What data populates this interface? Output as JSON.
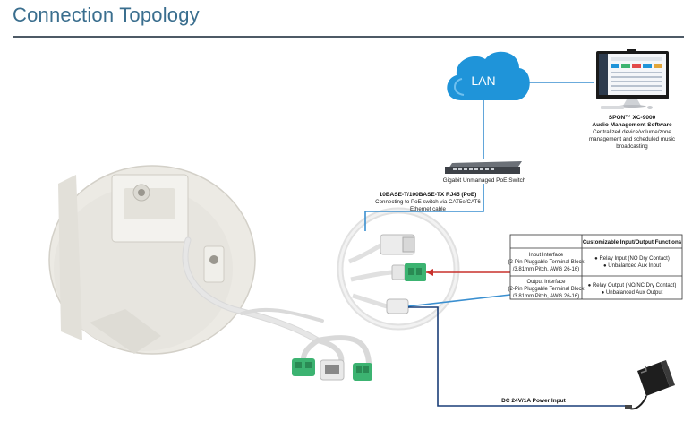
{
  "page": {
    "title": "Connection Topology"
  },
  "cloud": {
    "label": "LAN"
  },
  "switch": {
    "label": "Gigabit Unmanaged PoE Switch"
  },
  "software": {
    "name": "SPON™ XC-9000",
    "subtitle": "Audio Management Software",
    "desc_lines": [
      "Centralized device/volume/zone",
      "management and scheduled music",
      "broadcasting"
    ]
  },
  "ethernet": {
    "title": "10BASE-T/100BASE-TX RJ45 (PoE)",
    "desc_lines": [
      "Connecting to PoE switch via CAT5e/CAT6",
      "Ethernet cable"
    ]
  },
  "io_table": {
    "header": "Customizable Input/Output Functions",
    "rows": [
      {
        "interface_lines": [
          "Input Interface",
          "(2-Pin Pluggable Terminal Block",
          "/3.81mm Pitch, AWG 26-16)"
        ],
        "function_lines": [
          "● Relay Input (NO Dry Contact)",
          "● Unbalanced Aux Input"
        ]
      },
      {
        "interface_lines": [
          "Output Interface",
          "(2-Pin Pluggable Terminal Block",
          "/3.81mm Pitch, AWG 26-16)"
        ],
        "function_lines": [
          "● Relay Output (NO/NC Dry Contact)",
          "● Unbalanced Aux Output"
        ]
      }
    ]
  },
  "power": {
    "label": "DC 24V/1A Power Input"
  },
  "colors": {
    "link_blue": "#3a8fd0",
    "cloud_blue": "#1f94d9",
    "input_red": "#c8302c",
    "power_navy": "#1a3e78",
    "title_blue": "#3a6e8e"
  }
}
